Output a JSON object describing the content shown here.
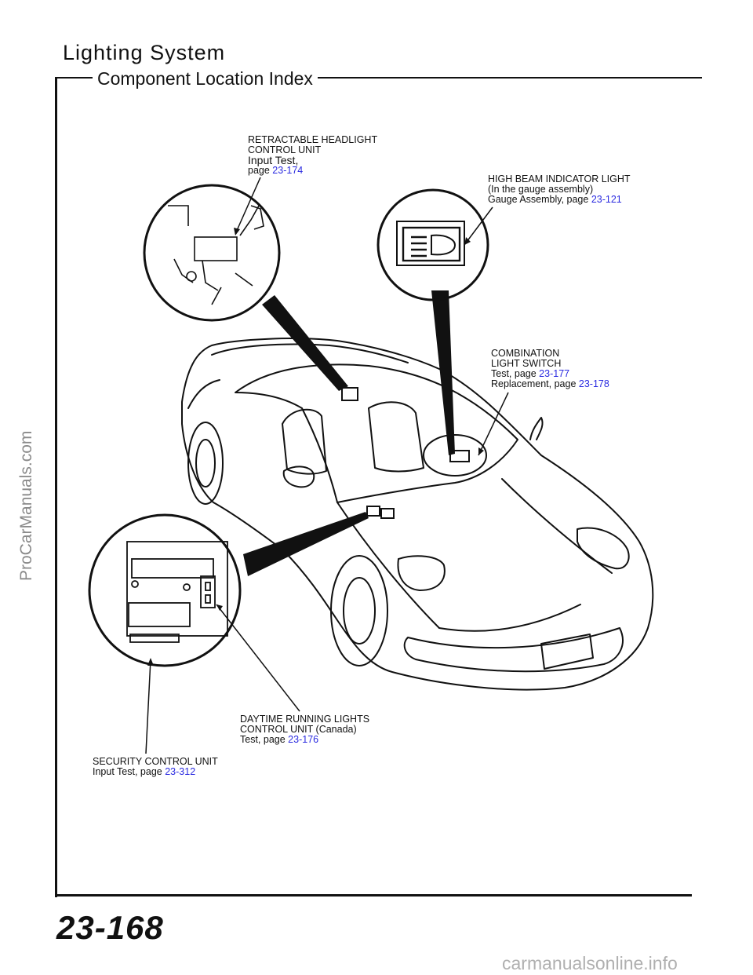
{
  "header": {
    "title": "Lighting System",
    "subtitle": "Component Location Index"
  },
  "callouts": {
    "headlight_unit": {
      "line1": "RETRACTABLE HEADLIGHT",
      "line2": "CONTROL UNIT",
      "line3": "Input Test,",
      "page_prefix": "page",
      "page_ref": "23-174"
    },
    "high_beam": {
      "line1": "HIGH BEAM INDICATOR LIGHT",
      "line2": "(In the gauge assembly)",
      "line3_prefix": "Gauge Assembly, page",
      "page_ref": "23-121"
    },
    "combination_switch": {
      "line1": "COMBINATION",
      "line2": "LIGHT SWITCH",
      "test_prefix": "Test, page",
      "test_ref": "23-177",
      "replace_prefix": "Replacement, page",
      "replace_ref": "23-178"
    },
    "drl_unit": {
      "line1": "DAYTIME RUNNING LIGHTS",
      "line2": "CONTROL UNIT (Canada)",
      "test_prefix": "Test, page",
      "test_ref": "23-176"
    },
    "security_unit": {
      "line1": "SECURITY CONTROL UNIT",
      "line2_prefix": "Input Test, page",
      "page_ref": "23-312"
    }
  },
  "footer": {
    "page_number": "23-168"
  },
  "watermarks": {
    "side": "ProCarManuals.com",
    "bottom": "carmanualsonline.info"
  }
}
